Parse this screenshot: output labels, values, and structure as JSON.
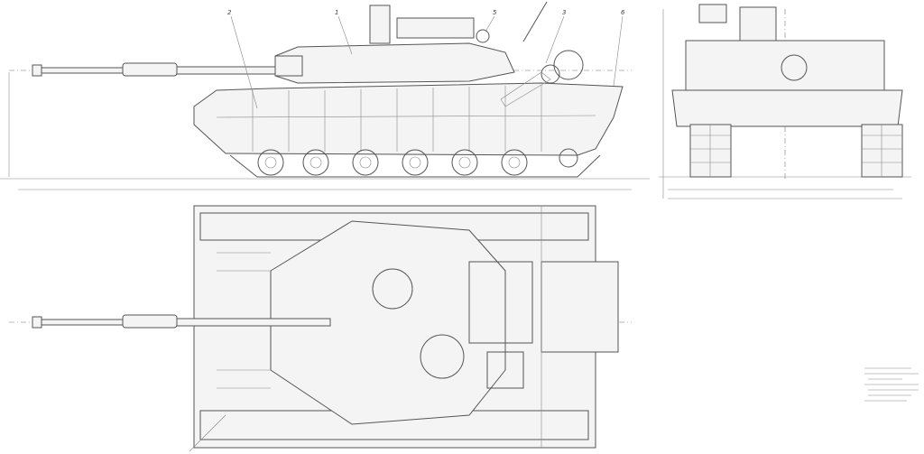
{
  "drawing": {
    "views": [
      "side-view",
      "front-view",
      "top-view"
    ],
    "callouts": [
      "2",
      "1",
      "5",
      "3",
      "6"
    ],
    "line_color": "#555555",
    "background": "#ffffff"
  }
}
